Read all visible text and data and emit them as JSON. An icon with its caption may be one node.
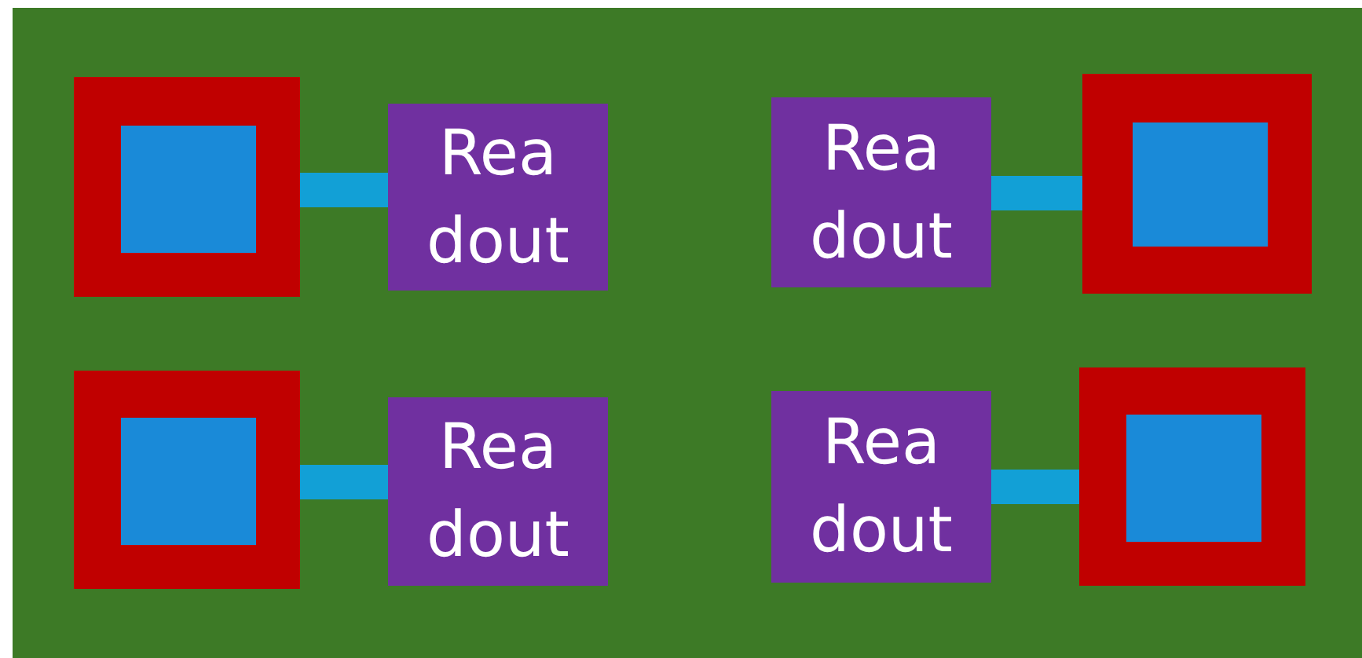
{
  "diagram": {
    "nodes": [
      {
        "text": [],
        "shape": "box"
      },
      {
        "text": [],
        "shape": "box",
        "in": 0
      },
      {
        "text": [
          "Rea dout"
        ]
      },
      {
        "text": [
          "Rea dout"
        ]
      },
      {
        "text": [],
        "shape": "box"
      },
      {
        "text": [],
        "shape": "box",
        "in": 4
      },
      {
        "text": [],
        "shape": "box"
      },
      {
        "text": [],
        "shape": "box",
        "in": 6
      },
      {
        "text": [
          "Rea dout"
        ]
      },
      {
        "text": [
          "Rea dout"
        ]
      },
      {
        "text": [],
        "shape": "box"
      },
      {
        "text": [],
        "shape": "box",
        "in": 10
      }
    ],
    "edges": [
      {
        "from": 1,
        "to": 2,
        "arrow": "none"
      },
      {
        "from": 3,
        "to": 5,
        "arrow": "none"
      },
      {
        "from": 7,
        "to": 8,
        "arrow": "none"
      },
      {
        "from": 9,
        "to": 11,
        "arrow": "none"
      }
    ]
  }
}
